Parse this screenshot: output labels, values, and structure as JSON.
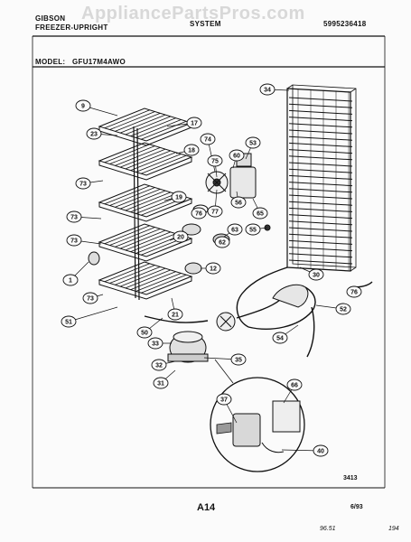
{
  "header": {
    "brand": "GIBSON",
    "category": "FREEZER-UPRIGHT",
    "section": "SYSTEM",
    "part_number": "5995236418",
    "model_label": "MODEL:",
    "model_number": "GFU17M4AWO",
    "watermark": "AppliancePartsPros.com"
  },
  "callouts": [
    "9",
    "23",
    "17",
    "18",
    "74",
    "53",
    "60",
    "75",
    "73",
    "19",
    "77",
    "56",
    "65",
    "76",
    "63",
    "62",
    "55",
    "20",
    "73",
    "73",
    "12",
    "1",
    "73",
    "21",
    "34",
    "30",
    "76",
    "52",
    "54",
    "51",
    "50",
    "33",
    "32",
    "31",
    "35",
    "37",
    "66",
    "40"
  ],
  "footer": {
    "drawing_number": "3413",
    "page_code": "A14",
    "date": "6/93",
    "corner_left": "96.51",
    "corner_right": "194"
  },
  "colors": {
    "ink": "#111111",
    "paper": "#fbfbfb",
    "watermark": "#d8d8d8"
  }
}
